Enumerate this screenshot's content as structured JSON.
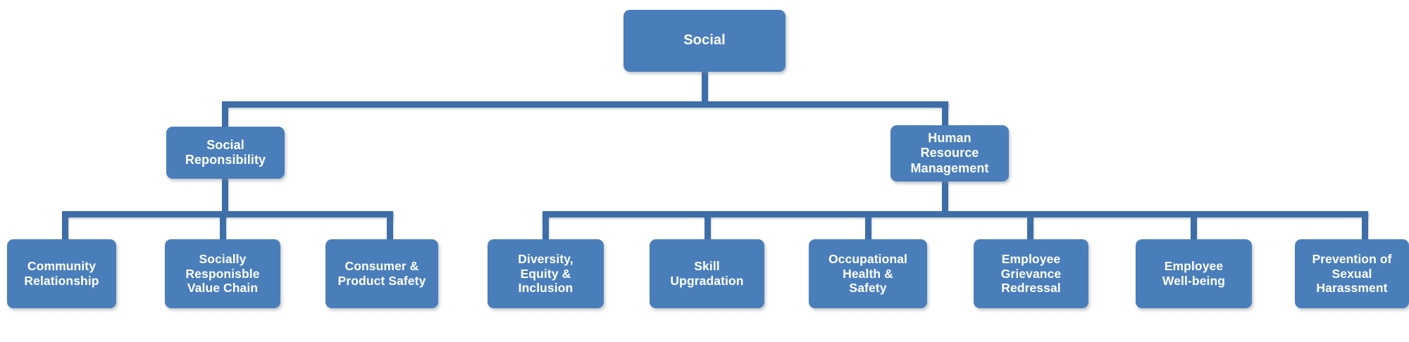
{
  "diagram": {
    "type": "organizational-hierarchy",
    "title": "Social",
    "orientation": "top-down",
    "levels": 3,
    "colors": {
      "node_fill": "#4a7ebb",
      "node_text": "#ffffff",
      "connector": "#3d6ea8",
      "background": "#ffffff"
    }
  },
  "root": {
    "id": "social",
    "label": "Social"
  },
  "branches": [
    {
      "id": "social-responsibility",
      "label": "Social\nReponsibility",
      "children": [
        {
          "id": "community-relationship",
          "label": "Community\nRelationship"
        },
        {
          "id": "socially-responsible",
          "label": "Socially\nResponisble\nValue Chain"
        },
        {
          "id": "consumer-product-safety",
          "label": "Consumer &\nProduct Safety"
        }
      ]
    },
    {
      "id": "human-resource-management",
      "label": "Human\nResource\nManagement",
      "children": [
        {
          "id": "diversity-equity-inclusion",
          "label": "Diversity,\nEquity &\nInclusion"
        },
        {
          "id": "skill-upgradation",
          "label": "Skill\nUpgradation"
        },
        {
          "id": "occupational-health-safety",
          "label": "Occupational\nHealth &\nSafety"
        },
        {
          "id": "employee-grievance-redressal",
          "label": "Employee\nGrievance\nRedressal"
        },
        {
          "id": "employee-well-being",
          "label": "Employee\nWell-being"
        },
        {
          "id": "prevention-sexual-harassment",
          "label": "Prevention of\nSexual\nHarassment"
        }
      ]
    }
  ]
}
